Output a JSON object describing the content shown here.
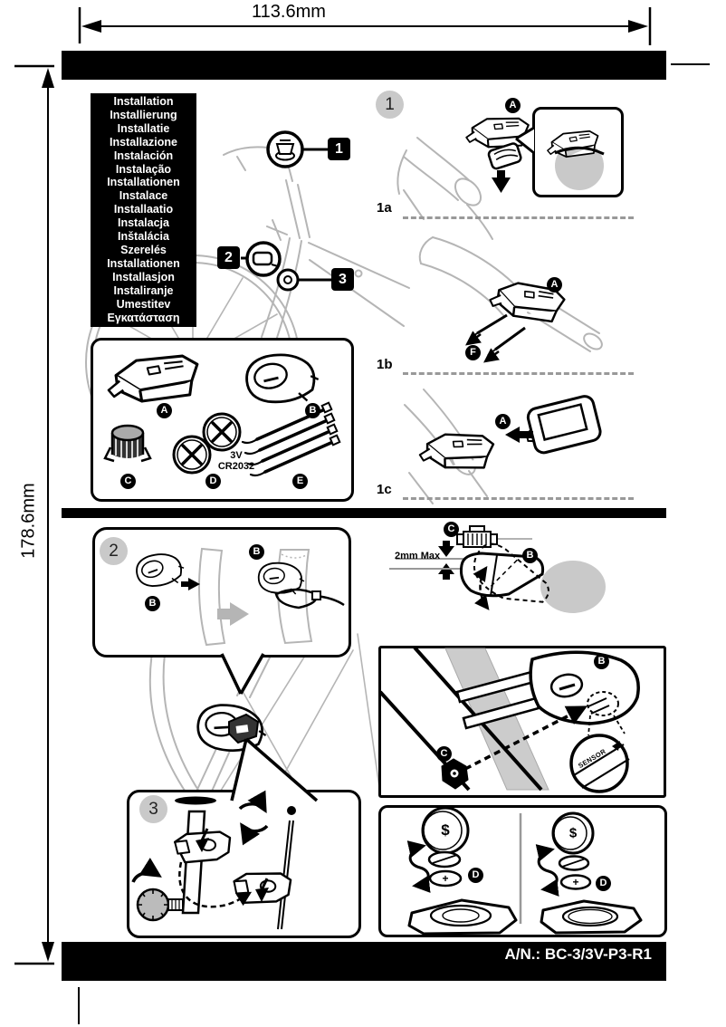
{
  "dimensions": {
    "width_label": "113.6mm",
    "height_label": "178.6mm"
  },
  "footer": {
    "part_number": "A/N.: BC-3/3V-P3-R1"
  },
  "languages": [
    "Installation",
    "Installierung",
    "Installatie",
    "Installazione",
    "Instalación",
    "Instalação",
    "Installationen",
    "Instalace",
    "Installaatio",
    "Instalacja",
    "Inštalácia",
    "Szerelés",
    "Installationen",
    "Installasjon",
    "Instaliranje",
    "Umestitev",
    "Εγκατάσταση"
  ],
  "location_markers": {
    "m1": "1",
    "m2": "2",
    "m3": "3"
  },
  "steps": {
    "n1": "1",
    "n2": "2",
    "n3": "3",
    "s1a": "1a",
    "s1b": "1b",
    "s1c": "1c"
  },
  "part_labels": {
    "a": "A",
    "b": "B",
    "c": "C",
    "d": "D",
    "e": "E",
    "f": "F"
  },
  "battery_spec": {
    "voltage": "3V",
    "model": "CR2032"
  },
  "symbols": {
    "coin": "$",
    "plus": "+"
  },
  "sensor_detail_mark": "SENSOR",
  "gap_label": "2mm Max",
  "colors": {
    "ink": "#000000",
    "sketch_gray": "#b5b5b5",
    "step_circle_gray": "#c9c9c9",
    "panel_gray": "#cccccc"
  }
}
